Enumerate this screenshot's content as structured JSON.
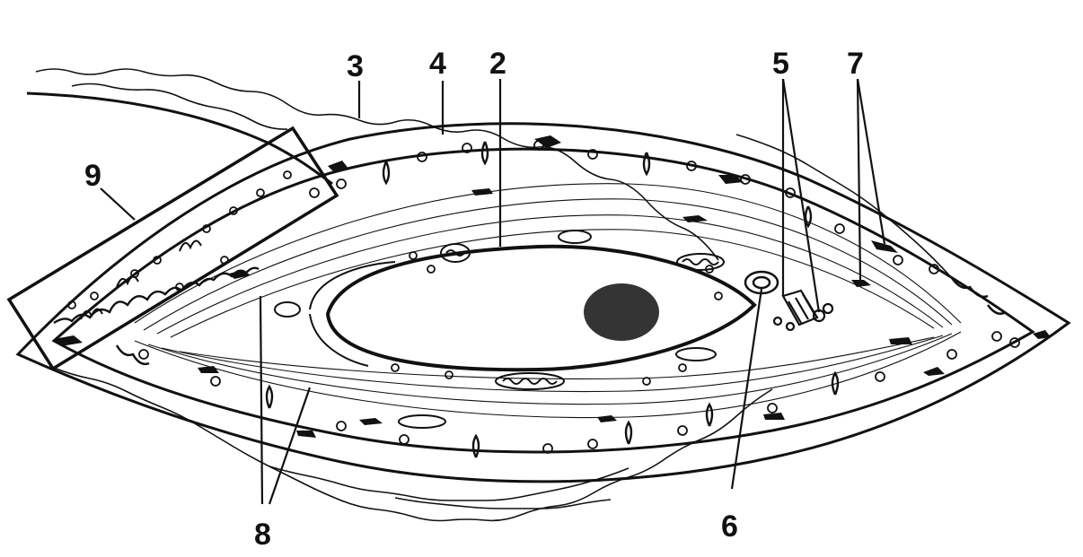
{
  "labels": {
    "l2": "2",
    "l3": "3",
    "l4": "4",
    "l5": "5",
    "l6": "6",
    "l7": "7",
    "l8": "8",
    "l9": "9"
  },
  "colors": {
    "ink": "#111111",
    "background": "#ffffff"
  }
}
